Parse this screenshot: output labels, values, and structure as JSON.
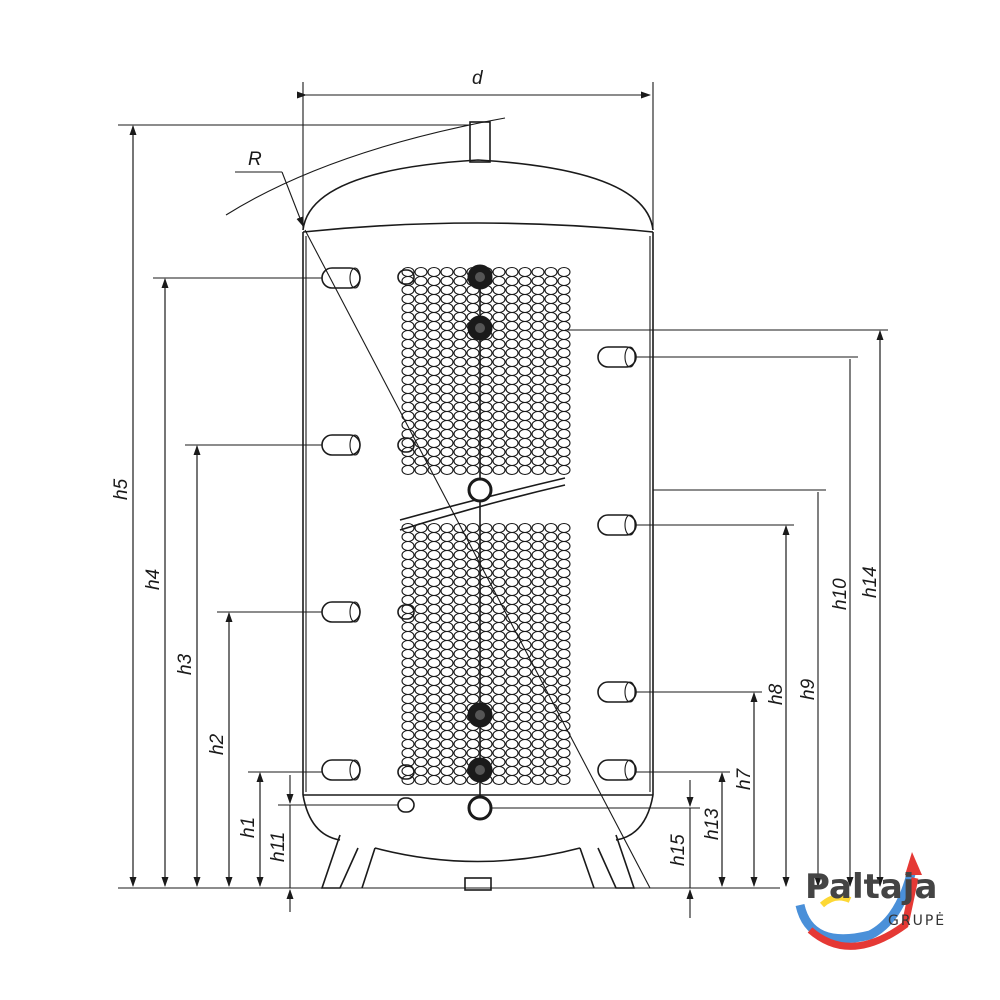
{
  "dimensions": {
    "d": "d",
    "R": "R",
    "left": [
      "h5",
      "h4",
      "h3",
      "h2",
      "h1",
      "h11"
    ],
    "right": [
      "h14",
      "h10",
      "h9",
      "h8",
      "h7",
      "h13",
      "h15"
    ]
  },
  "logo": {
    "name": "Paltaja",
    "sub": "GRUPĖ",
    "colors": [
      "#4a90d9",
      "#e53935",
      "#fdd835"
    ]
  }
}
